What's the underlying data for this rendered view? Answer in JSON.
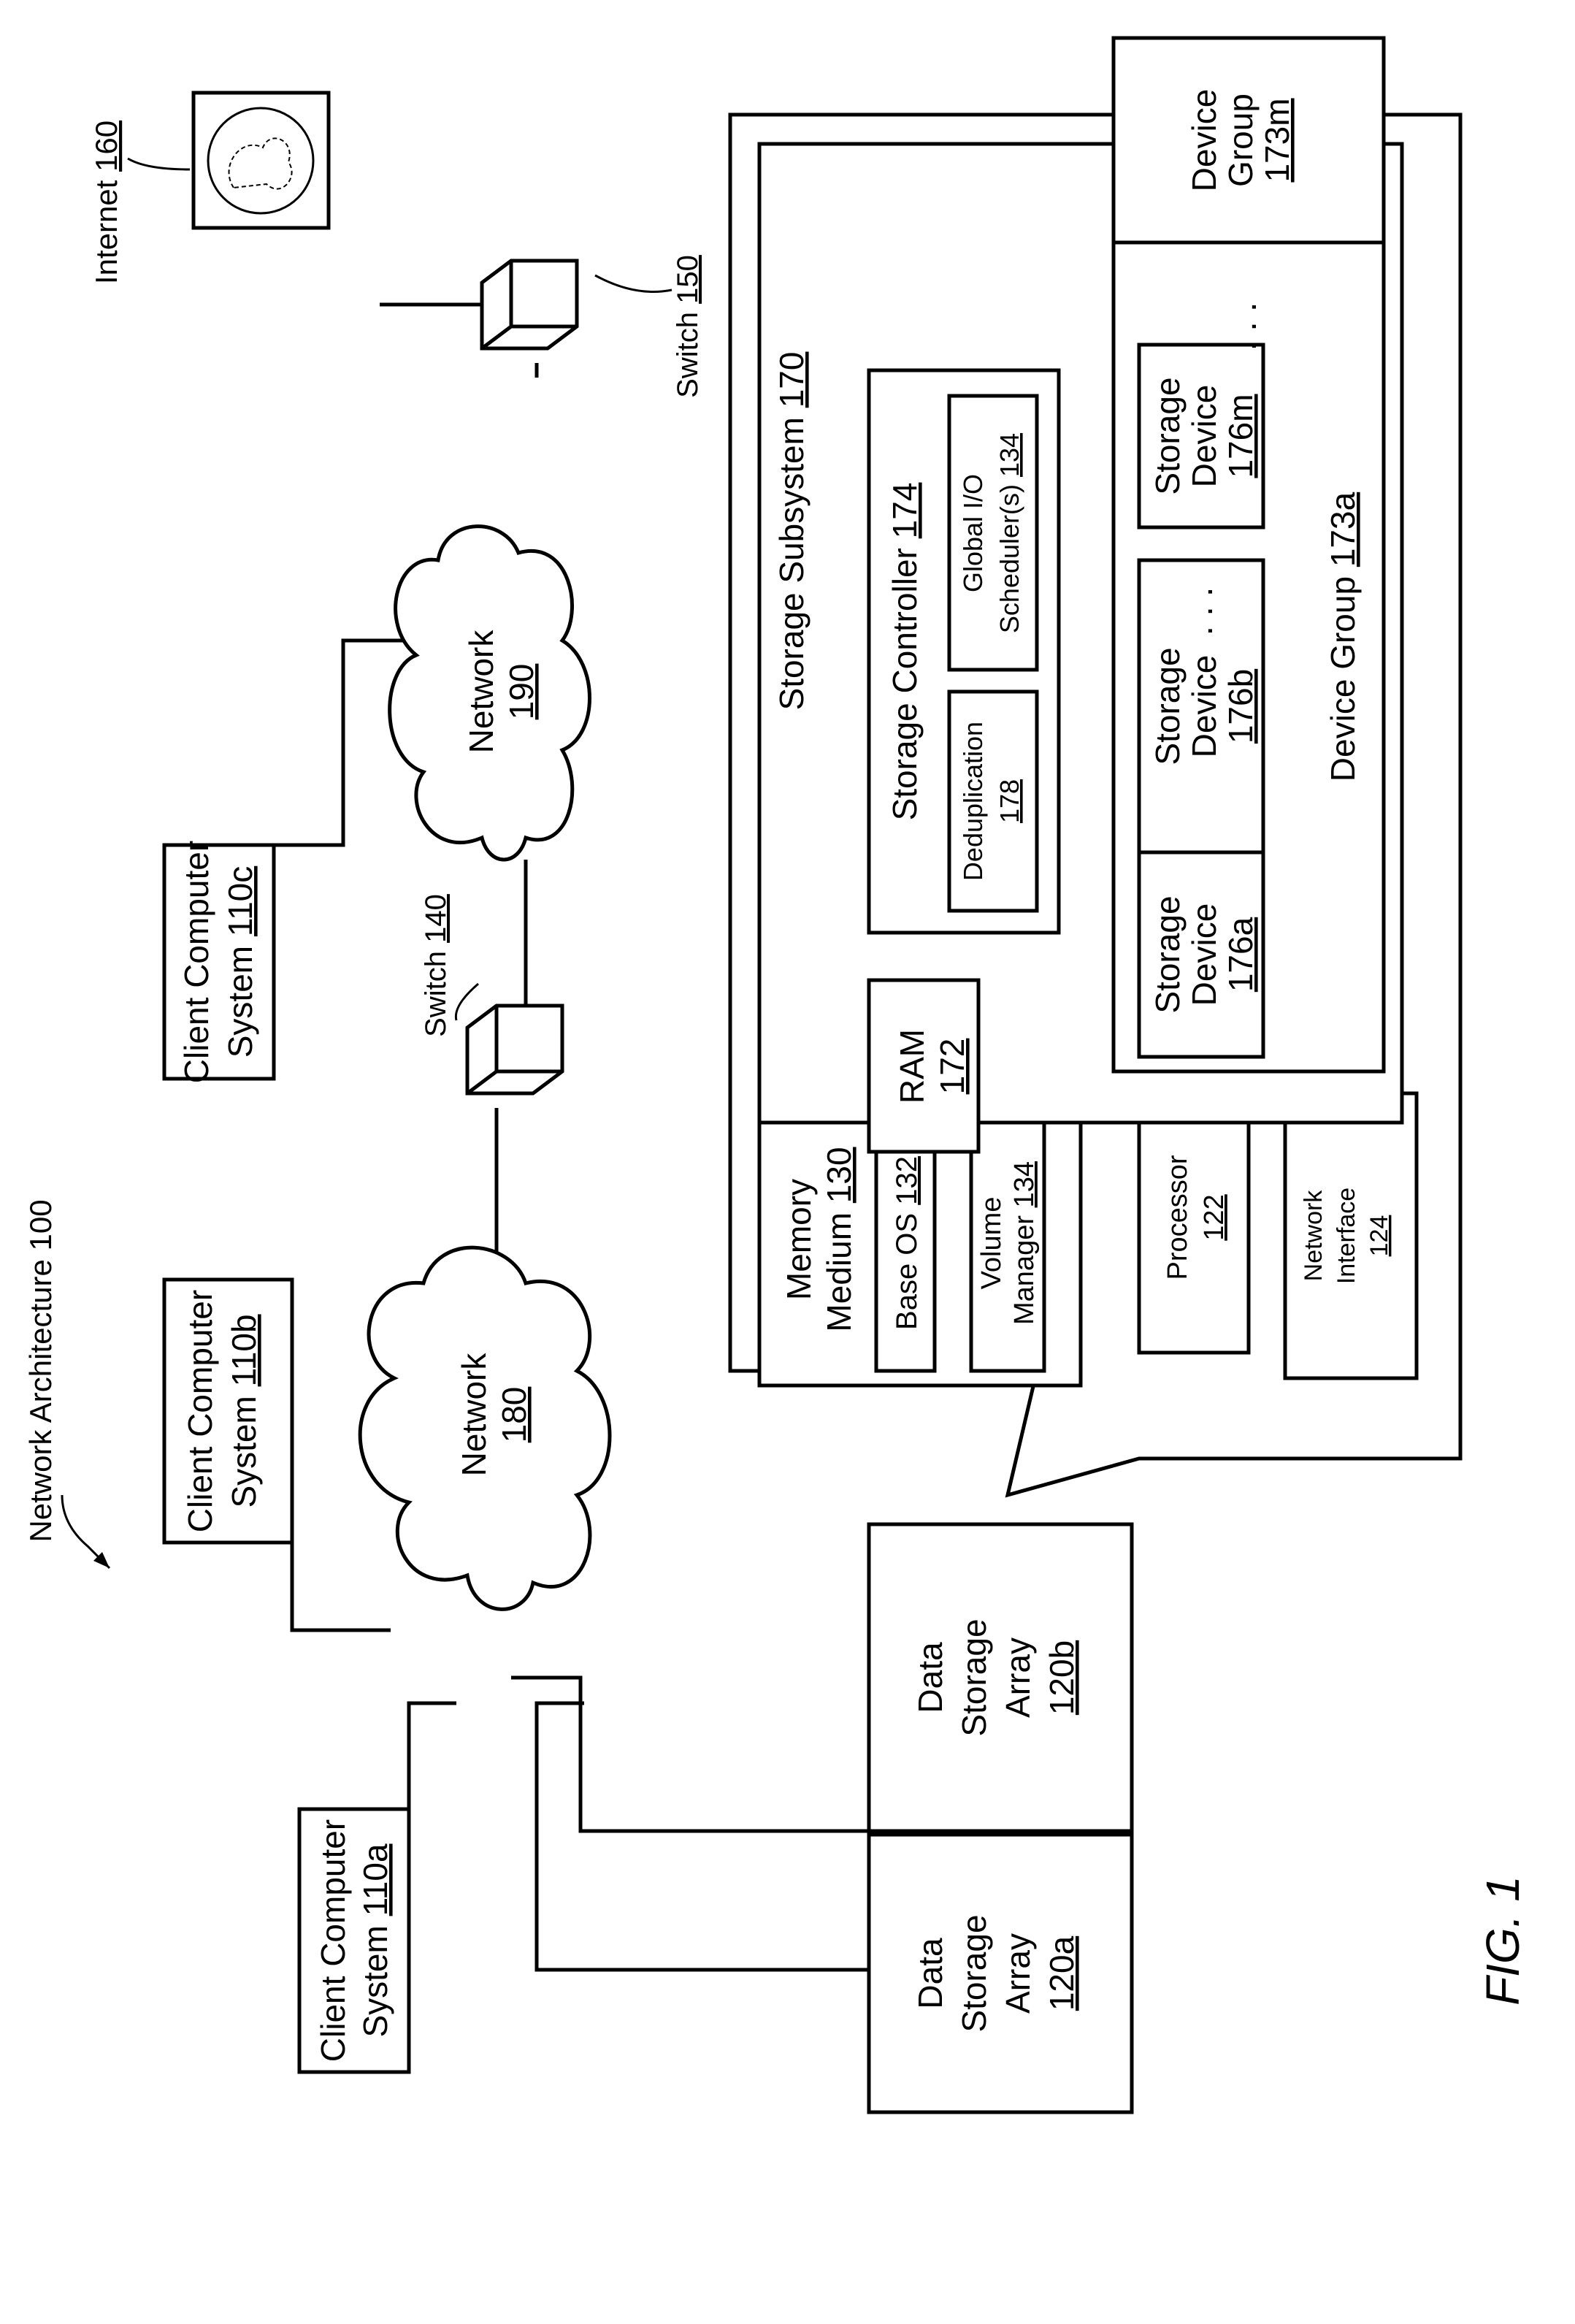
{
  "figure": {
    "label": "FIG. 1",
    "architecture_label": "Network Architecture 100",
    "line_color": "#000000",
    "background": "#ffffff"
  },
  "clients": {
    "a": {
      "line1": "Client Computer",
      "line2": "System ",
      "ref": "110a"
    },
    "b": {
      "line1": "Client Computer",
      "line2": "System ",
      "ref": "110b"
    },
    "c": {
      "line1": "Client Computer",
      "line2": "System ",
      "ref": "110c"
    }
  },
  "networks": {
    "n180": {
      "label": "Network",
      "ref": "180"
    },
    "n190": {
      "label": "Network",
      "ref": "190"
    }
  },
  "switches": {
    "s140": {
      "label": "Switch ",
      "ref": "140"
    },
    "s150": {
      "label": "Switch ",
      "ref": "150"
    }
  },
  "internet": {
    "label": "Internet ",
    "ref": "160"
  },
  "arrays": {
    "a": {
      "line1": "Data",
      "line2": "Storage",
      "line3": "Array",
      "ref": "120a"
    },
    "b": {
      "line1": "Data",
      "line2": "Storage",
      "line3": "Array",
      "ref": "120b"
    }
  },
  "detail": {
    "memory": {
      "line1": "Memory",
      "line2": "Medium ",
      "ref": "130"
    },
    "base_os": {
      "label": "Base OS ",
      "ref": "132"
    },
    "volume_manager": {
      "line1": "Volume",
      "line2": "Manager ",
      "ref": "134"
    },
    "processor": {
      "label": "Processor",
      "ref": "122"
    },
    "network_interface": {
      "line1": "Network",
      "line2": "Interface",
      "ref": "124"
    },
    "subsystem": {
      "label": "Storage Subsystem ",
      "ref": "170"
    },
    "ram": {
      "label": "RAM",
      "ref": "172"
    },
    "controller": {
      "label": "Storage Controller ",
      "ref": "174"
    },
    "dedup": {
      "label": "Deduplication",
      "ref": "178"
    },
    "scheduler": {
      "line1": "Global I/O",
      "line2": "Scheduler(s) ",
      "ref": "134"
    },
    "group_a": {
      "label": "Device Group ",
      "ref": "173a"
    },
    "group_m": {
      "line1": "Device",
      "line2": "Group",
      "ref": "173m"
    },
    "device_a": {
      "line1": "Storage",
      "line2": "Device",
      "ref": "176a"
    },
    "device_b": {
      "line1": "Storage",
      "line2": "Device",
      "ref": "176b"
    },
    "device_m": {
      "line1": "Storage",
      "line2": "Device",
      "ref": "176m"
    },
    "ellipsis": ". . ."
  }
}
